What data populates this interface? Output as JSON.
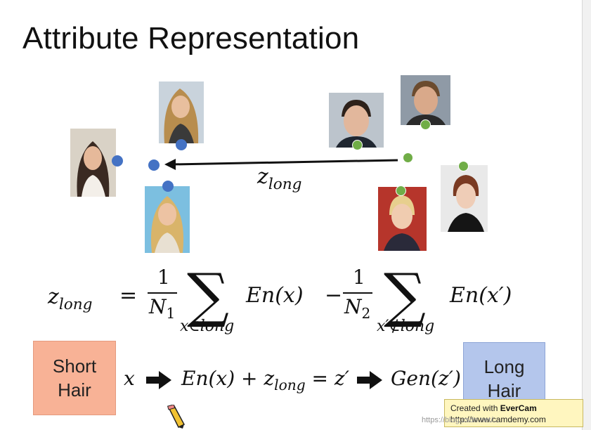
{
  "slide": {
    "title": "Attribute Representation"
  },
  "scatter": {
    "arrow_label": "long"
  },
  "formula": {
    "lhs_sub": "long",
    "num1": "1",
    "den1": "N",
    "den1_sub": "1",
    "sum1_index": "x∈long",
    "term1": "En(x)",
    "minus": "−",
    "num2": "1",
    "den2": "N",
    "den2_sub": "2",
    "sum2_index": "x′∉long",
    "term2": "En(x′)"
  },
  "pipeline": {
    "short_box": "Short Hair",
    "input": "x",
    "enc": "En(x) + z",
    "enc_sub": "long",
    "equals": "= z′",
    "gen": "Gen(z′)",
    "long_box": "Long Hair"
  },
  "overlay": {
    "evercam_line1_prefix": "Created with ",
    "evercam_brand": "EverCam",
    "evercam_line2": "http://www.camdemy.com",
    "watermark": "https://blog.csdn.net/..."
  },
  "colors": {
    "blue_dot": "#4472c4",
    "green_dot": "#70ad47",
    "short_box": "#f8b296",
    "long_box": "#b4c6ec"
  }
}
